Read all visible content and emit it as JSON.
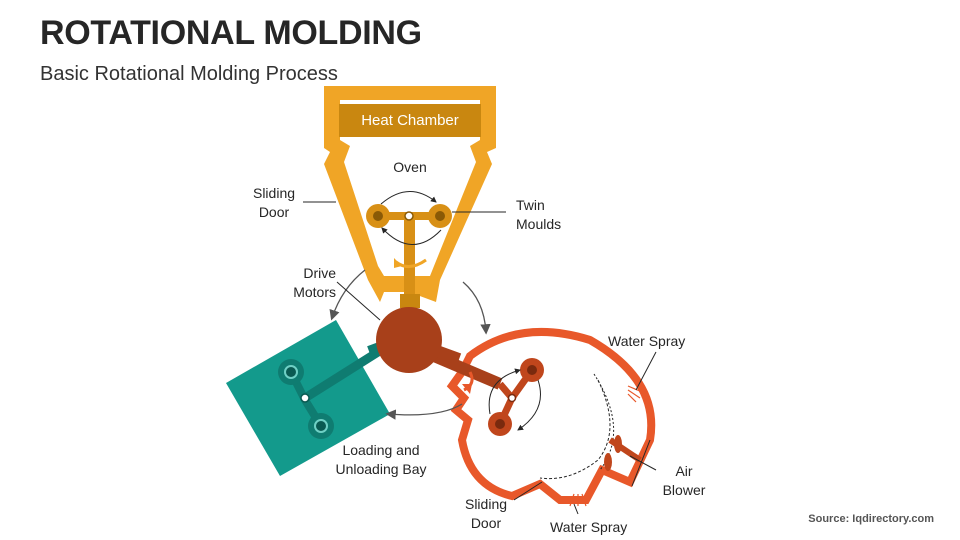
{
  "header": {
    "title": "ROTATIONAL MOLDING",
    "subtitle": "Basic Rotational Molding Process"
  },
  "labels": {
    "heat_chamber": "Heat Chamber",
    "oven": "Oven",
    "sliding_door_left": "Sliding\nDoor",
    "twin_moulds": "Twin\nMoulds",
    "drive_motors": "Drive\nMotors",
    "water_spray_top": "Water Spray",
    "air_blower": "Air\nBlower",
    "loading_bay": "Loading and\nUnloading Bay",
    "sliding_door_bottom": "Sliding\nDoor",
    "water_spray_bottom": "Water Spray"
  },
  "source": "Source: Iqdirectory.com",
  "colors": {
    "oven": "#F0A526",
    "heat_chamber_fill": "#C98710",
    "motor": "#A8401A",
    "bay": "#139A8C",
    "cooling": "#E8582A",
    "dark_mould": "#C0461C"
  }
}
